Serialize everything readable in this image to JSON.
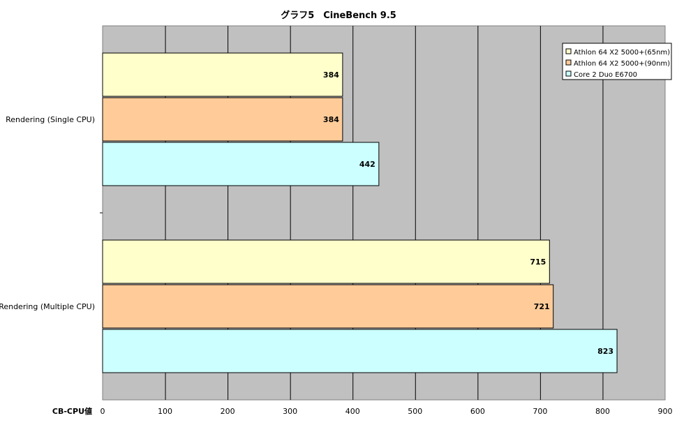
{
  "chart_data": {
    "type": "bar",
    "orientation": "horizontal",
    "title": "グラフ5　CineBench 9.5",
    "xlabel": "CB-CPU値",
    "ylabel": "",
    "categories": [
      "Rendering (Single CPU)",
      "Rendering (Multiple CPU)"
    ],
    "series": [
      {
        "name": "Athlon 64 X2 5000+(65nm)",
        "values": [
          384,
          715
        ],
        "color": "#FFFFCC"
      },
      {
        "name": "Athlon 64 X2 5000+(90nm)",
        "values": [
          384,
          721
        ],
        "color": "#FFCC99"
      },
      {
        "name": "Core 2 Duo E6700",
        "values": [
          442,
          823
        ],
        "color": "#CCFFFF"
      }
    ],
    "xlim": [
      0,
      900
    ],
    "xticks": [
      0,
      100,
      200,
      300,
      400,
      500,
      600,
      700,
      800,
      900
    ],
    "grid": true,
    "plot_background": "#C0C0C0",
    "legend_position": "top-right",
    "data_labels": true
  }
}
